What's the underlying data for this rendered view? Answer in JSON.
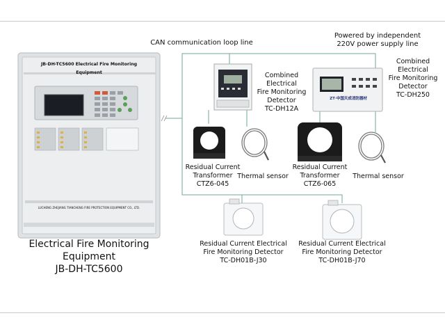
{
  "loop_title": "CAN communication loop line",
  "power_note": [
    "Powered by independent",
    "220V power supply line"
  ],
  "main_panel": {
    "caption": [
      "Electrical Fire Monitoring Equipment",
      "JB-DH-TC5600"
    ],
    "header_text": "JB-DH-TC5600 Electrical Fire Monitoring Equipment",
    "footer_text": "LUCHENG ZHEJIANG TIANCHENG FIRE PROTECTION EQUIPMENT CO., LTD."
  },
  "detector_12": {
    "label": [
      "Combined Electrical",
      "Fire Monitoring",
      "Detector",
      "TC-DH12A"
    ]
  },
  "detector_250": {
    "label": [
      "Combined Electrical",
      "Fire Monitoring",
      "Detector",
      "TC-DH250"
    ],
    "brand_text": "ZT·中国天成消防器材"
  },
  "ct_45": {
    "label": [
      "Residual Current",
      "Transformer",
      "CTZ6-045"
    ]
  },
  "ct_65": {
    "label": [
      "Residual Current",
      "Transformer",
      "CTZ6-065"
    ]
  },
  "thermal_1": {
    "label": "Thermal sensor"
  },
  "thermal_2": {
    "label": "Thermal sensor"
  },
  "det_j30": {
    "label": [
      "Residual Current Electrical",
      "Fire Monitoring Detector",
      "TC-DH01B-J30"
    ]
  },
  "det_j70": {
    "label": [
      "Residual Current Electrical",
      "Fire Monitoring Detector",
      "TC-DH01B-J70"
    ]
  },
  "colors": {
    "loop_line": "#6aa89a",
    "panel": "#e4e6e8",
    "screen": "#1a1d24"
  }
}
